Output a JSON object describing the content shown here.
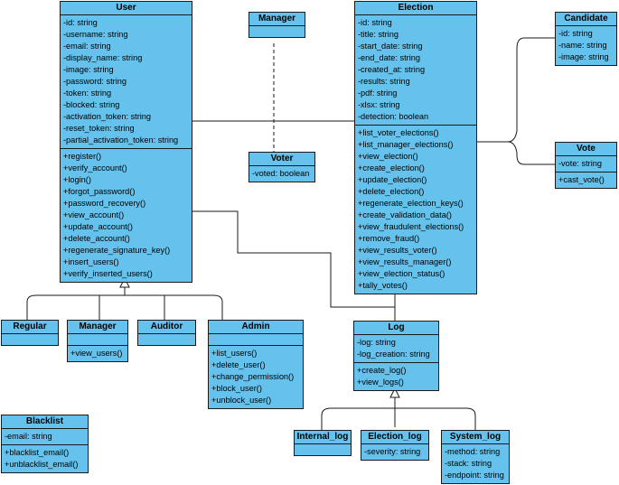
{
  "classes": {
    "user": {
      "title": "User",
      "attributes": [
        "-id: string",
        "-username: string",
        "-email: string",
        "-display_name: string",
        "-image: string",
        "-password: string",
        "-token: string",
        "-blocked: string",
        "-activation_token: string",
        "-reset_token: string",
        "-partial_activation_token: string"
      ],
      "methods": [
        "+register()",
        "+verify_account()",
        "+login()",
        "+forgot_password()",
        "+password_recovery()",
        "+view_account()",
        "+update_account()",
        "+delete_account()",
        "+regenerate_signature_key()",
        "+insert_users()",
        "+verify_inserted_users()"
      ]
    },
    "manager_top": {
      "title": "Manager",
      "attributes": [],
      "methods": []
    },
    "voter": {
      "title": "Voter",
      "attributes": [
        "-voted: boolean"
      ],
      "methods": []
    },
    "election": {
      "title": "Election",
      "attributes": [
        "-id: string",
        "-title: string",
        "-start_date: string",
        "-end_date: string",
        "-created_at: string",
        "-results: string",
        "-pdf: string",
        "-xlsx: string",
        "-detection: boolean"
      ],
      "methods": [
        "+list_voter_elections()",
        "+list_manager_elections()",
        "+view_election()",
        "+create_election()",
        "+update_election()",
        "+delete_election()",
        "+regenerate_election_keys()",
        "+create_validation_data()",
        "+view_fraudulent_elections()",
        "+remove_fraud()",
        "+view_results_voter()",
        "+view_results_manager()",
        "+view_election_status()",
        "+tally_votes()"
      ]
    },
    "candidate": {
      "title": "Candidate",
      "attributes": [
        "-id: string",
        "-name: string",
        "-image: string"
      ],
      "methods": []
    },
    "vote": {
      "title": "Vote",
      "attributes": [
        "-vote: string"
      ],
      "methods": [
        "+cast_vote()"
      ]
    },
    "regular": {
      "title": "Regular",
      "attributes": [],
      "methods": []
    },
    "manager_sub": {
      "title": "Manager",
      "attributes": [],
      "methods": [
        "+view_users()"
      ]
    },
    "auditor": {
      "title": "Auditor",
      "attributes": [],
      "methods": []
    },
    "admin": {
      "title": "Admin",
      "attributes": [],
      "methods": [
        "+list_users()",
        "+delete_user()",
        "+change_permission()",
        "+block_user()",
        "+unblock_user()"
      ]
    },
    "log": {
      "title": "Log",
      "attributes": [
        "-log: string",
        "-log_creation: string"
      ],
      "methods": [
        "+create_log()",
        "+view_logs()"
      ]
    },
    "internal_log": {
      "title": "Internal_log",
      "attributes": [],
      "methods": []
    },
    "election_log": {
      "title": "Election_log",
      "attributes": [
        "-severity: string"
      ],
      "methods": []
    },
    "system_log": {
      "title": "System_log",
      "attributes": [
        "-method: string",
        "-stack: string",
        "-endpoint: string"
      ],
      "methods": []
    },
    "blacklist": {
      "title": "Blacklist",
      "attributes": [
        "-email: string"
      ],
      "methods": [
        "+blacklist_email()",
        "+unblacklist_email()"
      ]
    }
  },
  "colors": {
    "class_fill": "#65c2ec",
    "line": "#1a1a1a"
  }
}
